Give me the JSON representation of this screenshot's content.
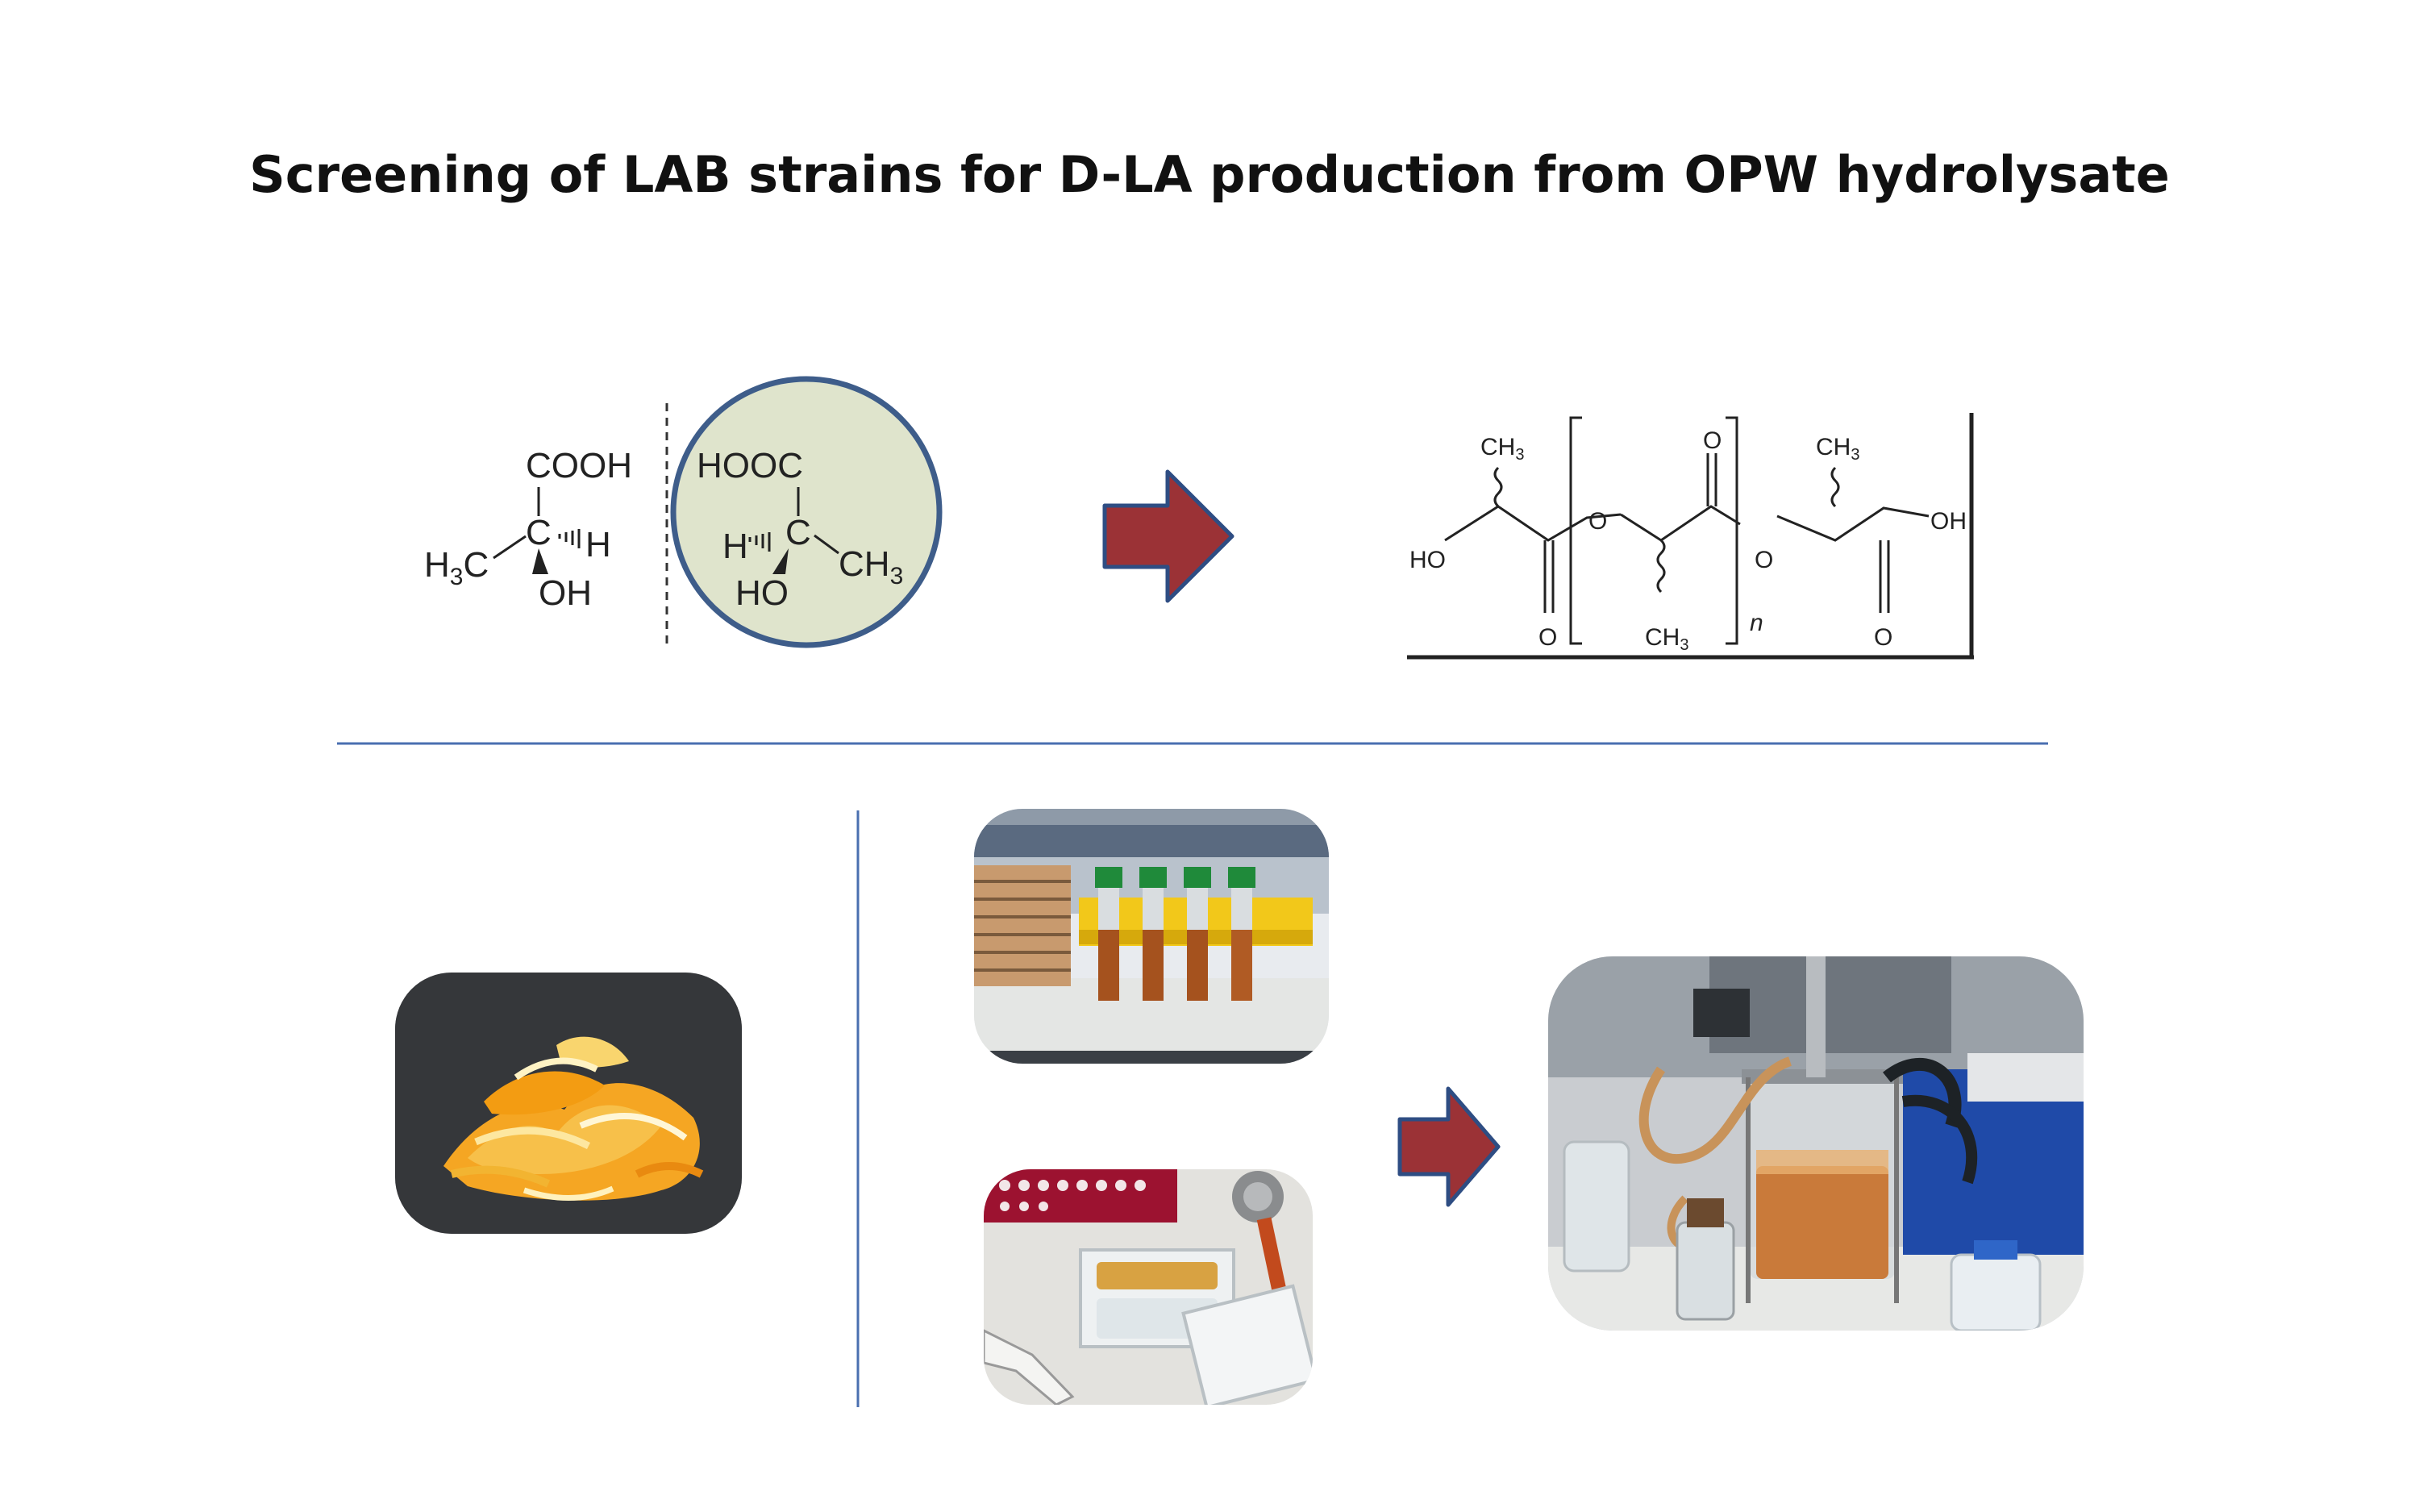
{
  "title": "Screening of LAB strains for D-LA production from OPW hydrolysate",
  "colors": {
    "arrow_fill": "#9b3236",
    "arrow_stroke": "#2e4d83",
    "divider": "#4a6fb0",
    "circle_fill": "#dfe4cc",
    "circle_stroke": "#3e5d8a"
  },
  "l_lactic": {
    "cooh": "COOH",
    "h3c": "H",
    "h3c_sub": "3",
    "h3c_c": "C",
    "center_c": "C",
    "h": "H",
    "oh": "OH"
  },
  "d_lactic": {
    "hooc": "HOOC",
    "h": "H",
    "center_c": "C",
    "ch3": "CH",
    "ch3_sub": "3",
    "ho": "HO"
  },
  "pla": {
    "ch3": "CH",
    "sub3": "3",
    "ho": "HO",
    "oh": "OH",
    "o": "O",
    "n": "n"
  },
  "icons": [
    "orange-peel-photo",
    "culture-tubes-photo",
    "microplate-photo",
    "bioreactor-photo",
    "right-arrow-icon"
  ]
}
